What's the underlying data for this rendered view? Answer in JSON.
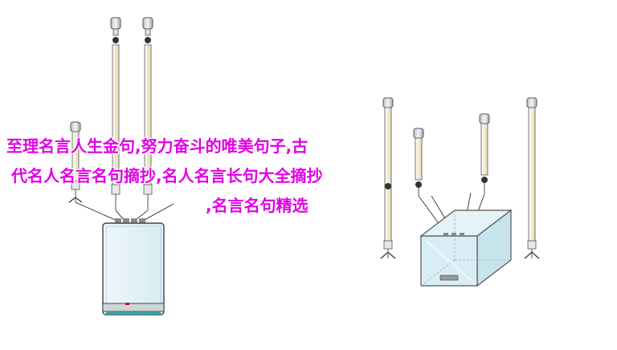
{
  "headline": {
    "line1": "至理名言人生金句,努力奋斗的唯美句子,古",
    "line2": "代名人名言名句摘抄,名人名言长句大全摘抄",
    "line3": ",名言名句精选"
  },
  "colors": {
    "headline": "#e000e6",
    "outline": "#333333",
    "glass_left": "#dff1f6",
    "glass_right": "#cfeaf2",
    "tube": "#f2ecd6",
    "valve": "#9a9a9a"
  },
  "icons": [
    "burette-tube-icon",
    "beaker-tank-icon",
    "glass-cube-icon",
    "stopcock-valve-icon",
    "tripod-stand-icon"
  ]
}
